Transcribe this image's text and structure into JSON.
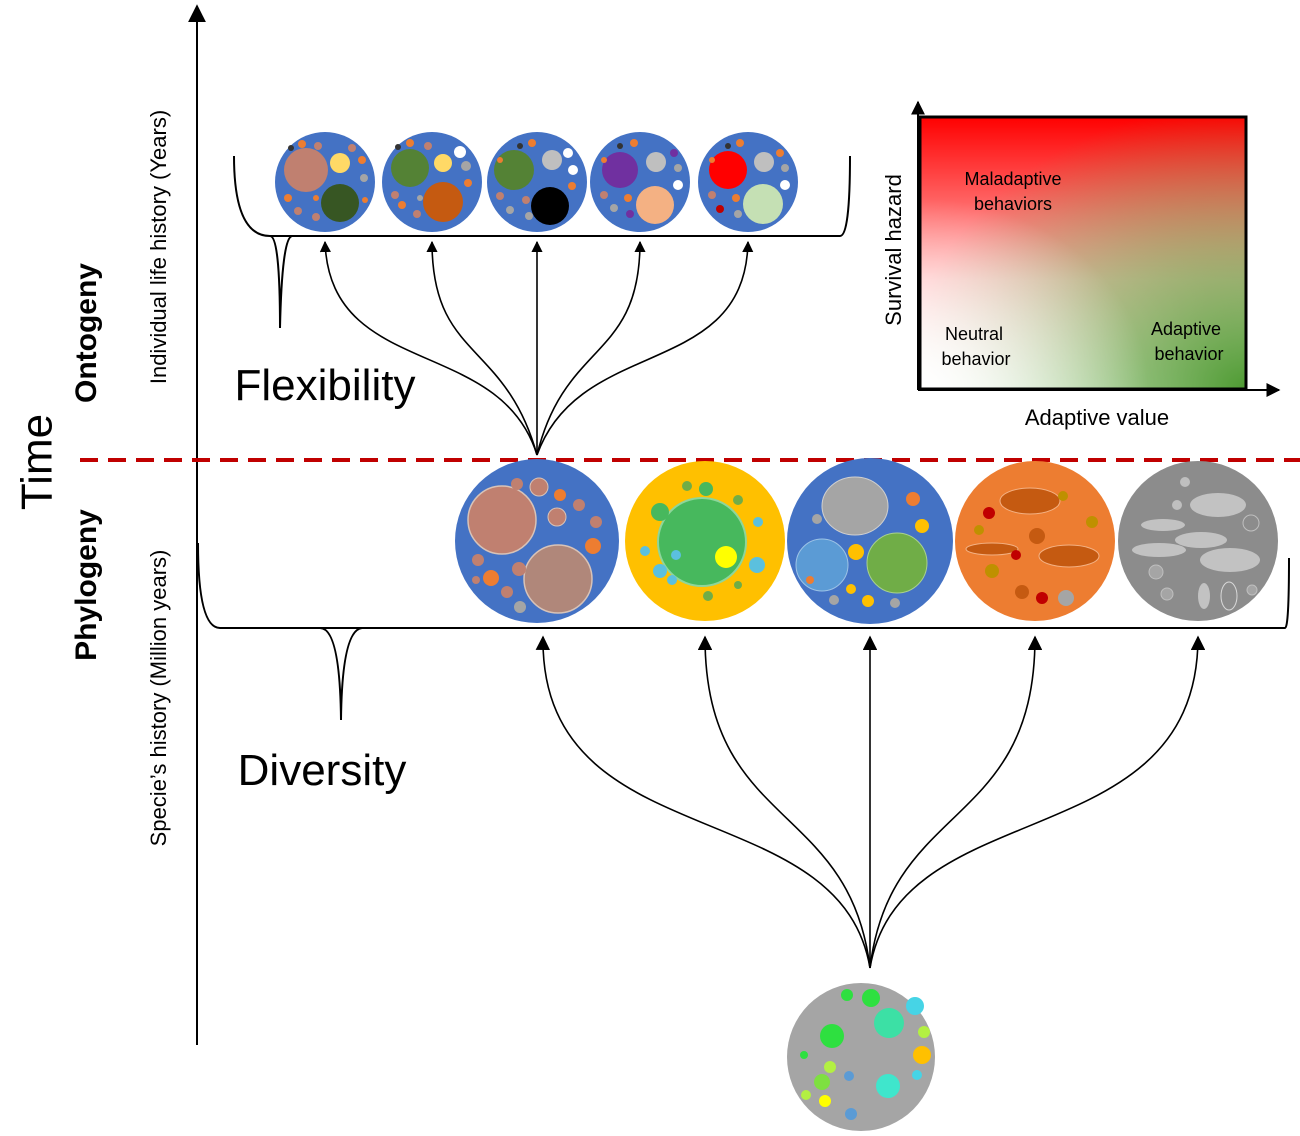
{
  "labels": {
    "time": "Time",
    "ontogeny": "Ontogeny",
    "phylogeny": "Phylogeny",
    "individual_history": "Individual life history (Years)",
    "species_history": "Specie’s history (Million years)",
    "flexibility": "Flexibility",
    "diversity": "Diversity"
  },
  "inset": {
    "y_axis_label": "Survival hazard",
    "x_axis_label": "Adaptive value",
    "maladaptive_line1": "Maladaptive",
    "maladaptive_line2": "behaviors",
    "neutral_line1": "Neutral",
    "neutral_line2": "behavior",
    "adaptive_line1": "Adaptive",
    "adaptive_line2": "behavior"
  },
  "colors": {
    "divider": "#c00000",
    "blue": "#4472c4",
    "yellow": "#ffc000",
    "orange": "#ed7d31",
    "gray": "#a5a5a5",
    "hazard_red": "#ff0000",
    "adaptive_green": "#4e9a32"
  }
}
